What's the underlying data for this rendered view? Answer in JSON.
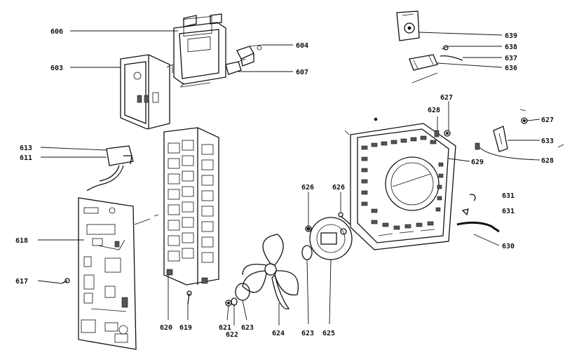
{
  "callouts": {
    "c606": "606",
    "c603": "603",
    "c604": "604",
    "c607": "607",
    "c639": "639",
    "c638": "638",
    "c637": "637",
    "c636": "636",
    "c627a": "627",
    "c628a": "628",
    "c627b": "627",
    "c633": "633",
    "c629": "629",
    "c628b": "628",
    "c613": "613",
    "c611": "611",
    "c626a": "626",
    "c626b": "626",
    "c631a": "631",
    "c631b": "631",
    "c630": "630",
    "c618": "618",
    "c617": "617",
    "c620": "620",
    "c619": "619",
    "c621": "621",
    "c622": "622",
    "c623a": "623",
    "c624": "624",
    "c623b": "623",
    "c625": "625"
  }
}
